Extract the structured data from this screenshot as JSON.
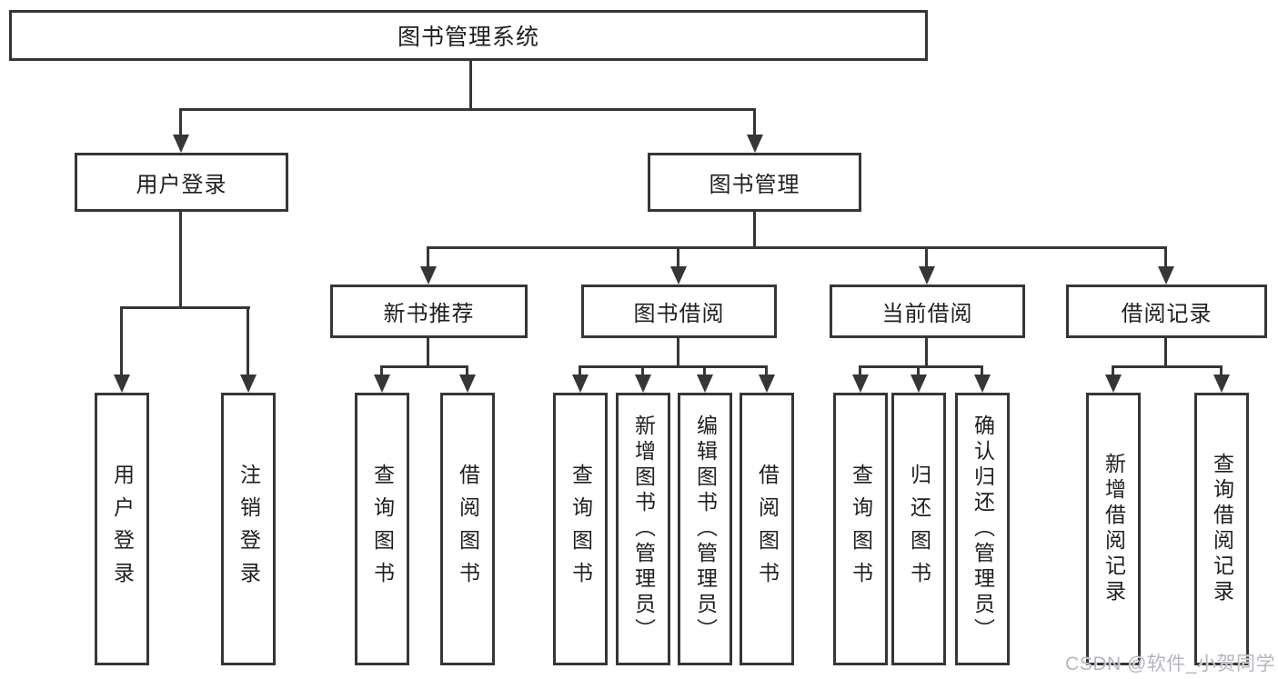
{
  "tree": {
    "root": {
      "label": "图书管理系统"
    },
    "branches": [
      {
        "label": "用户登录"
      },
      {
        "label": "图书管理"
      }
    ],
    "modules": [
      {
        "label": "新书推荐"
      },
      {
        "label": "图书借阅"
      },
      {
        "label": "当前借阅"
      },
      {
        "label": "借阅记录"
      }
    ],
    "leaves": [
      {
        "label": "用户登录"
      },
      {
        "label": "注销登录"
      },
      {
        "label": "查询图书"
      },
      {
        "label": "借阅图书"
      },
      {
        "label": "查询图书"
      },
      {
        "label": "新增图书（管理员）"
      },
      {
        "label": "编辑图书（管理员）"
      },
      {
        "label": "借阅图书"
      },
      {
        "label": "查询图书"
      },
      {
        "label": "归还图书"
      },
      {
        "label": "确认归还（管理员）"
      },
      {
        "label": "新增借阅记录"
      },
      {
        "label": "查询借阅记录"
      }
    ]
  },
  "watermark": {
    "text": "CSDN @软件_小贺同学"
  },
  "colors": {
    "line": "#363636",
    "text": "#1f1f1f",
    "watermark": "#b3b7be",
    "background": "#ffffff"
  }
}
